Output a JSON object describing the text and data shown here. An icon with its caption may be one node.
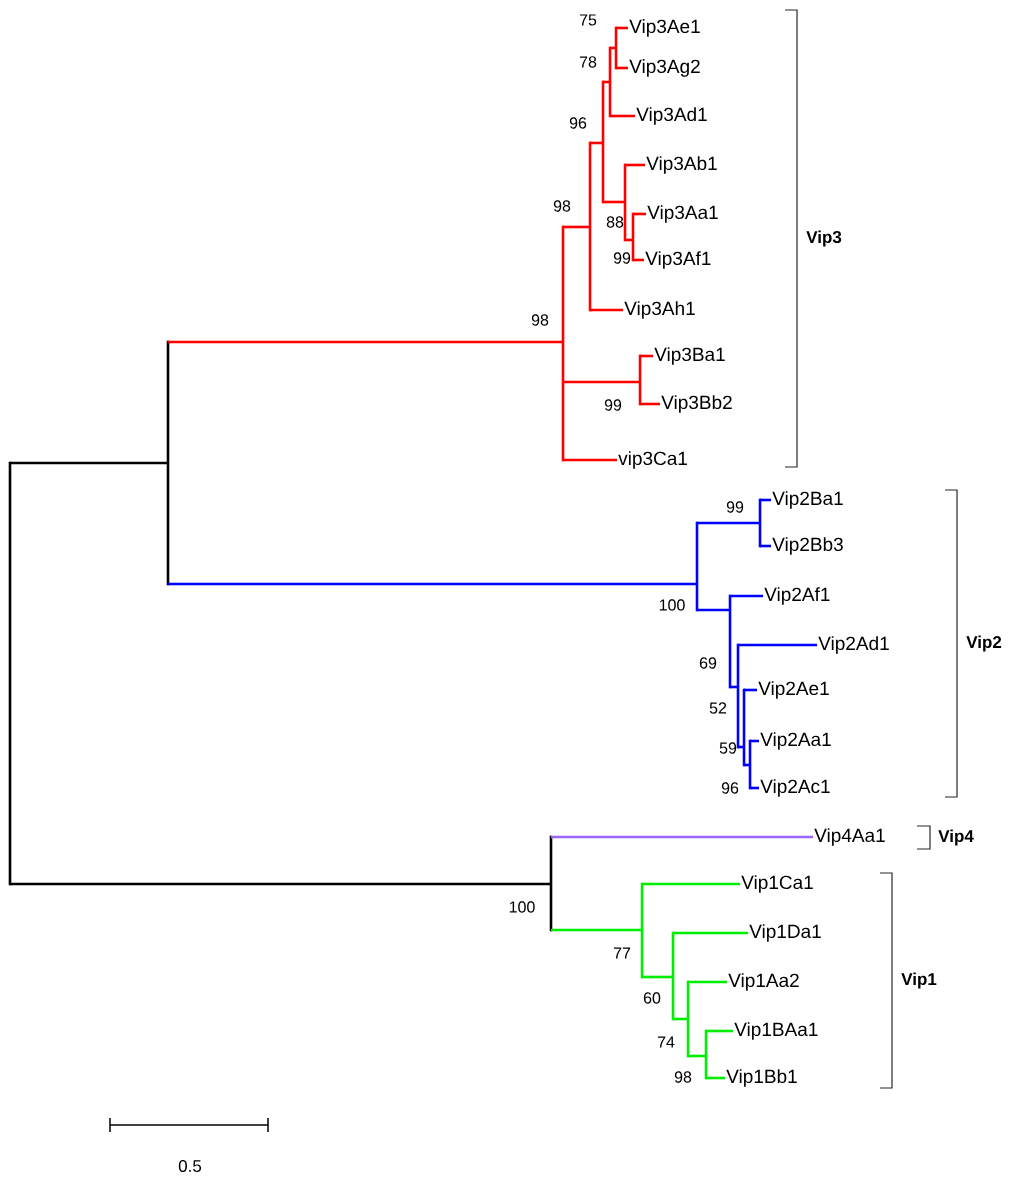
{
  "diagram": {
    "nodes": [
      {
        "text": [],
        "shape": "bar"
      },
      {
        "text": [],
        "shape": "bar"
      },
      {
        "text": [],
        "shape": "bar",
        "beside": [
          "98"
        ]
      },
      {
        "text": [],
        "shape": "bar",
        "beside": [
          "98"
        ]
      },
      {
        "text": [],
        "shape": "bar",
        "beside": [
          "96"
        ]
      },
      {
        "text": [],
        "shape": "bar",
        "beside": [
          "78"
        ]
      },
      {
        "text": [],
        "shape": "bar",
        "beside": [
          "75"
        ]
      },
      {
        "text": [
          "Vip3Ae1"
        ]
      },
      {
        "text": [
          "Vip3Ag2"
        ]
      },
      {
        "text": [
          "Vip3Ad1"
        ]
      },
      {
        "text": [],
        "shape": "bar",
        "beside": [
          "88"
        ]
      },
      {
        "text": [
          "Vip3Ab1"
        ]
      },
      {
        "text": [],
        "shape": "bar",
        "beside": [
          "99"
        ]
      },
      {
        "text": [
          "Vip3Aa1"
        ]
      },
      {
        "text": [
          "Vip3Af1"
        ]
      },
      {
        "text": [
          "Vip3Ah1"
        ]
      },
      {
        "text": [],
        "shape": "bar",
        "beside": [
          "99"
        ]
      },
      {
        "text": [
          "Vip3Ba1"
        ]
      },
      {
        "text": [
          "Vip3Bb2"
        ]
      },
      {
        "text": [
          "vip3Ca1"
        ]
      },
      {
        "text": [],
        "shape": "bar",
        "beside": [
          "100"
        ]
      },
      {
        "text": [],
        "shape": "bar",
        "beside": [
          "99"
        ]
      },
      {
        "text": [
          "Vip2Ba1"
        ]
      },
      {
        "text": [
          "Vip2Bb3"
        ]
      },
      {
        "text": [],
        "shape": "bar",
        "beside": [
          "69"
        ]
      },
      {
        "text": [
          "Vip2Af1"
        ]
      },
      {
        "text": [],
        "shape": "bar",
        "beside": [
          "52"
        ]
      },
      {
        "text": [
          "Vip2Ad1"
        ]
      },
      {
        "text": [],
        "shape": "bar",
        "beside": [
          "59"
        ]
      },
      {
        "text": [
          "Vip2Ae1"
        ]
      },
      {
        "text": [],
        "shape": "bar",
        "beside": [
          "96"
        ]
      },
      {
        "text": [
          "Vip2Aa1"
        ]
      },
      {
        "text": [
          "Vip2Ac1"
        ]
      },
      {
        "text": [],
        "shape": "bar",
        "beside": [
          "100"
        ]
      },
      {
        "text": [
          "Vip4Aa1"
        ]
      },
      {
        "text": [],
        "shape": "bar",
        "beside": [
          "77"
        ]
      },
      {
        "text": [
          "Vip1Ca1"
        ]
      },
      {
        "text": [],
        "shape": "bar",
        "beside": [
          "60"
        ]
      },
      {
        "text": [
          "Vip1Da1"
        ]
      },
      {
        "text": [],
        "shape": "bar",
        "beside": [
          "74"
        ]
      },
      {
        "text": [
          "Vip1Aa2"
        ]
      },
      {
        "text": [],
        "shape": "bar",
        "beside": [
          "98"
        ]
      },
      {
        "text": [
          "Vip1BAa1"
        ]
      },
      {
        "text": [
          "Vip1Bb1"
        ]
      }
    ],
    "edges": [
      {
        "from": 0,
        "to": 1,
        "arrow": "none",
        "color": "#000000"
      },
      {
        "from": 1,
        "to": 2,
        "arrow": "none",
        "color": "#ff0000"
      },
      {
        "from": 2,
        "to": 3,
        "arrow": "none",
        "color": "#ff0000"
      },
      {
        "from": 3,
        "to": 4,
        "arrow": "none",
        "color": "#ff0000"
      },
      {
        "from": 4,
        "to": 5,
        "arrow": "none",
        "color": "#ff0000"
      },
      {
        "from": 5,
        "to": 6,
        "arrow": "none",
        "color": "#ff0000"
      },
      {
        "from": 6,
        "to": 7,
        "arrow": "none",
        "color": "#ff0000"
      },
      {
        "from": 6,
        "to": 8,
        "arrow": "none",
        "color": "#ff0000"
      },
      {
        "from": 5,
        "to": 9,
        "arrow": "none",
        "color": "#ff0000"
      },
      {
        "from": 4,
        "to": 10,
        "arrow": "none",
        "color": "#ff0000"
      },
      {
        "from": 10,
        "to": 11,
        "arrow": "none",
        "color": "#ff0000"
      },
      {
        "from": 10,
        "to": 12,
        "arrow": "none",
        "color": "#ff0000"
      },
      {
        "from": 12,
        "to": 13,
        "arrow": "none",
        "color": "#ff0000"
      },
      {
        "from": 12,
        "to": 14,
        "arrow": "none",
        "color": "#ff0000"
      },
      {
        "from": 3,
        "to": 15,
        "arrow": "none",
        "color": "#ff0000"
      },
      {
        "from": 2,
        "to": 16,
        "arrow": "none",
        "color": "#ff0000"
      },
      {
        "from": 16,
        "to": 17,
        "arrow": "none",
        "color": "#ff0000"
      },
      {
        "from": 16,
        "to": 18,
        "arrow": "none",
        "color": "#ff0000"
      },
      {
        "from": 2,
        "to": 19,
        "arrow": "none",
        "color": "#ff0000"
      },
      {
        "from": 1,
        "to": 20,
        "arrow": "none",
        "color": "#0000ff"
      },
      {
        "from": 20,
        "to": 21,
        "arrow": "none",
        "color": "#0000ff"
      },
      {
        "from": 21,
        "to": 22,
        "arrow": "none",
        "color": "#0000ff"
      },
      {
        "from": 21,
        "to": 23,
        "arrow": "none",
        "color": "#0000ff"
      },
      {
        "from": 20,
        "to": 24,
        "arrow": "none",
        "color": "#0000ff"
      },
      {
        "from": 24,
        "to": 25,
        "arrow": "none",
        "color": "#0000ff"
      },
      {
        "from": 24,
        "to": 26,
        "arrow": "none",
        "color": "#0000ff"
      },
      {
        "from": 26,
        "to": 27,
        "arrow": "none",
        "color": "#0000ff"
      },
      {
        "from": 26,
        "to": 28,
        "arrow": "none",
        "color": "#0000ff"
      },
      {
        "from": 28,
        "to": 29,
        "arrow": "none",
        "color": "#0000ff"
      },
      {
        "from": 28,
        "to": 30,
        "arrow": "none",
        "color": "#0000ff"
      },
      {
        "from": 30,
        "to": 31,
        "arrow": "none",
        "color": "#0000ff"
      },
      {
        "from": 30,
        "to": 32,
        "arrow": "none",
        "color": "#0000ff"
      },
      {
        "from": 0,
        "to": 33,
        "arrow": "none",
        "color": "#000000"
      },
      {
        "from": 33,
        "to": 34,
        "arrow": "none",
        "color": "#9966ff"
      },
      {
        "from": 33,
        "to": 35,
        "arrow": "none",
        "color": "#00ee00"
      },
      {
        "from": 35,
        "to": 36,
        "arrow": "none",
        "color": "#00ee00"
      },
      {
        "from": 35,
        "to": 37,
        "arrow": "none",
        "color": "#00ee00"
      },
      {
        "from": 37,
        "to": 38,
        "arrow": "none",
        "color": "#00ee00"
      },
      {
        "from": 37,
        "to": 39,
        "arrow": "none",
        "color": "#00ee00"
      },
      {
        "from": 39,
        "to": 40,
        "arrow": "none",
        "color": "#00ee00"
      },
      {
        "from": 39,
        "to": 41,
        "arrow": "none",
        "color": "#00ee00"
      },
      {
        "from": 41,
        "to": 42,
        "arrow": "none",
        "color": "#00ee00"
      },
      {
        "from": 41,
        "to": 43,
        "arrow": "none",
        "color": "#00ee00"
      }
    ],
    "labels": [
      "Vip3",
      "Vip2",
      "Vip4",
      "Vip1",
      "0.5"
    ]
  }
}
